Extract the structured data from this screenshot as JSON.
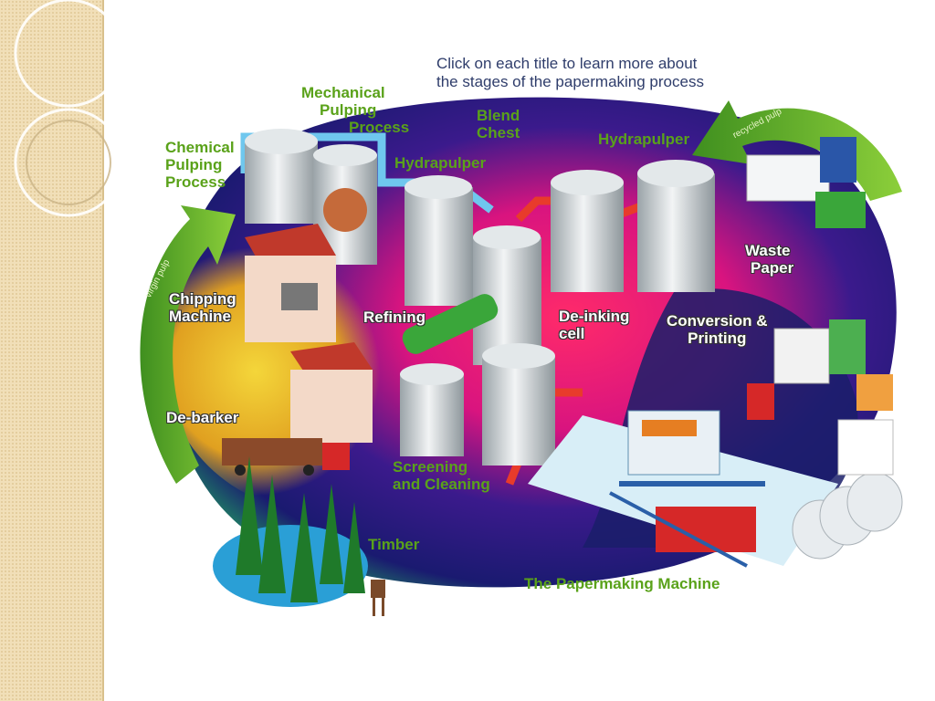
{
  "instruction": {
    "line1": "Click on each title to learn more about",
    "line2": "the stages of the papermaking process"
  },
  "labels": {
    "mechanical_pulping": [
      "Mechanical",
      "Pulping",
      "Process"
    ],
    "chemical_pulping": [
      "Chemical",
      "Pulping",
      "Process"
    ],
    "blend_chest": [
      "Blend",
      "Chest"
    ],
    "hydrapulper_left": "Hydrapulper",
    "hydrapulper_right": "Hydrapulper",
    "chipping_machine": [
      "Chipping",
      "Machine"
    ],
    "refining": "Refining",
    "deinking_cell": [
      "De-inking",
      "cell"
    ],
    "conversion_printing": [
      "Conversion &",
      "Printing"
    ],
    "waste_paper": [
      "Waste",
      "Paper"
    ],
    "debarker": "De-barker",
    "screening_cleaning": [
      "Screening",
      "and Cleaning"
    ],
    "timber": "Timber",
    "papermaking_machine": "The Papermaking Machine"
  },
  "arrows": {
    "virgin_pulp": "virgin pulp",
    "recycled_pulp": "recycled pulp"
  },
  "colors": {
    "label_green": "#5aa21a",
    "instruction_blue": "#2f3d6b",
    "side_strip": "#f1dfb8"
  }
}
